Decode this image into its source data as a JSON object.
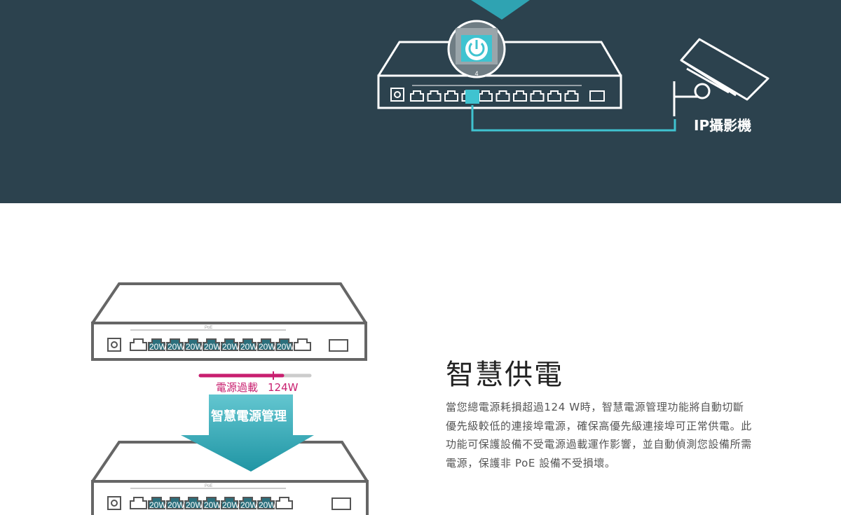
{
  "top": {
    "port_number": "4",
    "camera_label": "IP攝影機",
    "icons": [
      "power-icon",
      "security-camera-icon",
      "switch-icon"
    ]
  },
  "switch_top": {
    "poe_label": "PoE",
    "port_power": [
      "20W",
      "20W",
      "20W",
      "20W",
      "20W",
      "20W",
      "20W",
      "20W"
    ]
  },
  "overload": {
    "label": "電源過載",
    "value": "124W",
    "level": 0.75
  },
  "smart_arrow": {
    "label": "智慧電源管理"
  },
  "switch_bottom": {
    "poe_label": "PoE",
    "port_power": [
      "20W",
      "20W",
      "20W",
      "20W",
      "20W",
      "20W",
      "20W"
    ]
  },
  "feature": {
    "title": "智慧供電",
    "description": "當您總電源耗損超過124 W時，智慧電源管理功能將自動切斷優先級較低的連接埠電源，確保高優先級連接埠可正常供電。此功能可保護設備不受電源過載運作影響，並自動偵測您設備所需電源，保護非 PoE 設備不受損壞。"
  },
  "colors": {
    "dark_band": "#2c424e",
    "teal": "#3fb7c4",
    "magenta": "#c81f6f",
    "outline_gray": "#666666"
  }
}
